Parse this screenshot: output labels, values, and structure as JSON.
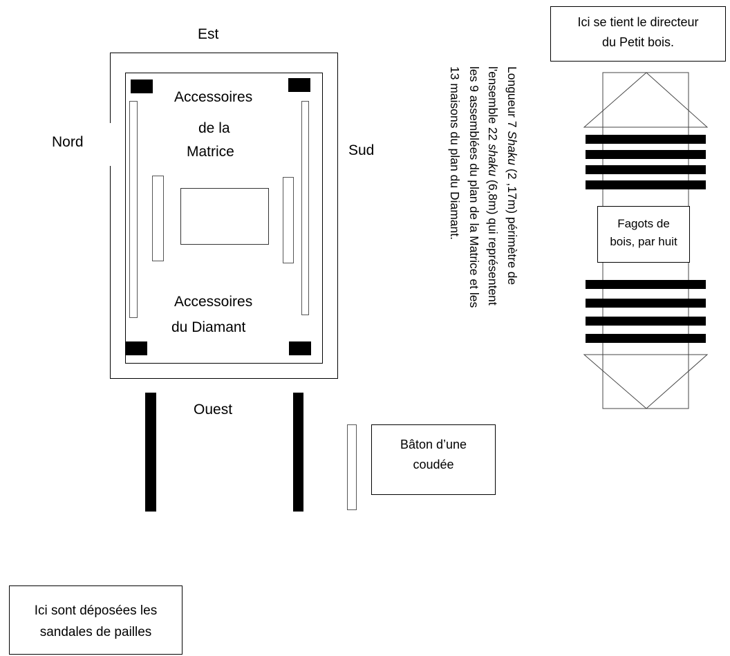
{
  "directions": {
    "east": "Est",
    "north": "Nord",
    "south": "Sud",
    "west": "Ouest"
  },
  "matrix_tools": [
    "Accessoires",
    "de la",
    "Matrice"
  ],
  "diamond_tools": [
    "Accessoires",
    "du Diamant"
  ],
  "measurement_note": {
    "line1_a": "Longueur 7 ",
    "line1_b": "Shaku",
    "line1_c": " (2 ,17m) périmètre de",
    "line2_a": "l'ensemble 22 ",
    "line2_b": "shaku",
    "line2_c": " (6,8m) qui représentent",
    "line3": "les  9  assemblées du plan de la Matrice et les",
    "line4": "13 maisons du plan du Diamant."
  },
  "director_box": [
    "Ici se tient le directeur",
    "du Petit bois."
  ],
  "firewood_box": [
    "Fagots de",
    "bois, par huit"
  ],
  "staff_box": [
    "Bâton d’une",
    "coudée"
  ],
  "sandals_box": [
    "Ici sont déposées les",
    "sandales de pailles"
  ]
}
